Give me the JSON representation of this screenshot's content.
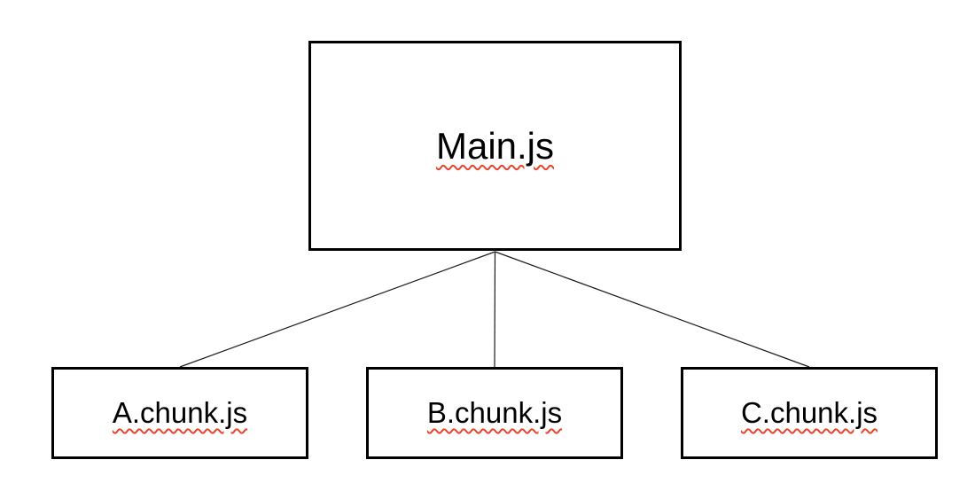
{
  "diagram": {
    "type": "tree",
    "root": {
      "label": "Main.js"
    },
    "children": [
      {
        "label": "A.chunk.js"
      },
      {
        "label": "B.chunk.js"
      },
      {
        "label": "C.chunk.js"
      }
    ],
    "connectors": [
      {
        "from": "Main.js",
        "to": "A.chunk.js"
      },
      {
        "from": "Main.js",
        "to": "B.chunk.js"
      },
      {
        "from": "Main.js",
        "to": "C.chunk.js"
      }
    ],
    "colors": {
      "background": "#ffffff",
      "box_border": "#000000",
      "text": "#000000",
      "connector_line": "#1a1a1a",
      "spellcheck_squiggle": "#e8442e"
    }
  }
}
